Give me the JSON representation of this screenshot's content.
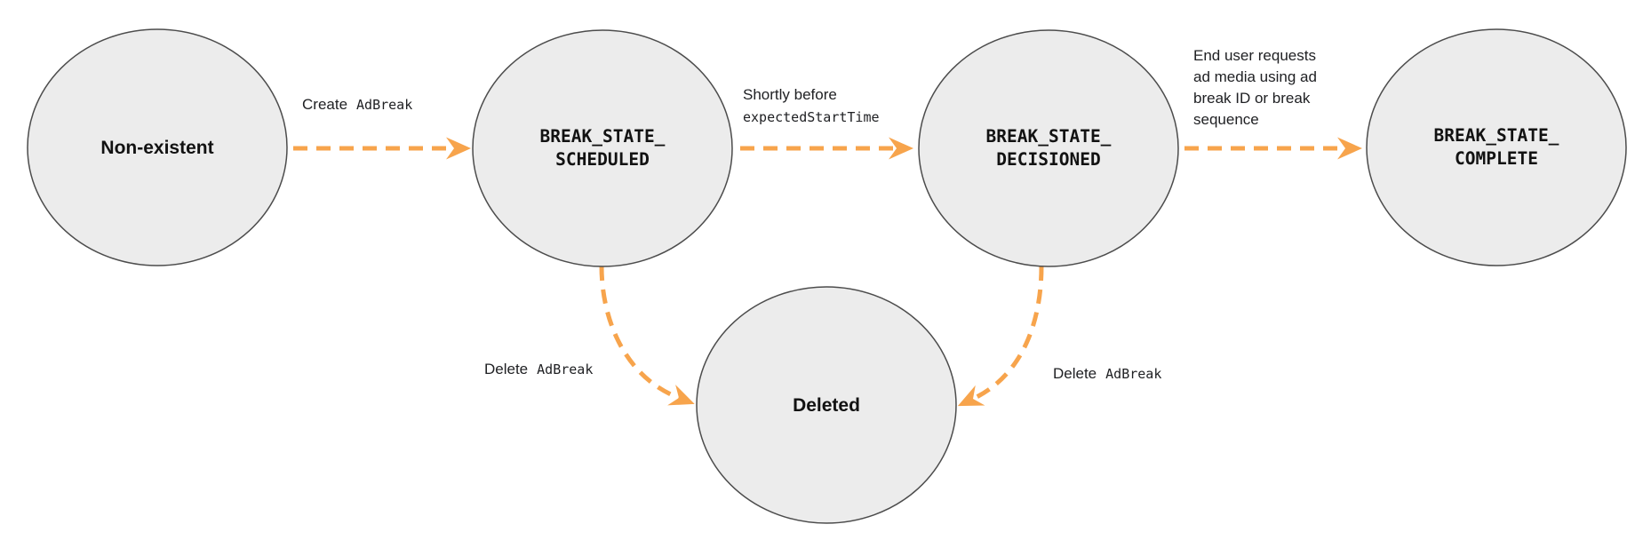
{
  "diagram": {
    "type": "state-transition-diagram",
    "colors": {
      "arrow_orange": "#f7a44c",
      "node_fill": "#ececec",
      "node_stroke": "#4c4c4c",
      "text": "#202124"
    },
    "states": [
      {
        "id": "non-existent",
        "label": "Non-existent"
      },
      {
        "id": "break-state-scheduled",
        "line1": "BREAK_STATE_",
        "line2": "SCHEDULED"
      },
      {
        "id": "break-state-decisioned",
        "line1": "BREAK_STATE_",
        "line2": "DECISIONED"
      },
      {
        "id": "break-state-complete",
        "line1": "BREAK_STATE_",
        "line2": "COMPLETE"
      },
      {
        "id": "deleted",
        "label": "Deleted"
      }
    ],
    "transitions": [
      {
        "from": "non-existent",
        "to": "break-state-scheduled",
        "label_plain": "Create",
        "label_code": "AdBreak"
      },
      {
        "from": "break-state-scheduled",
        "to": "break-state-decisioned",
        "label_line1": "Shortly before",
        "label_code": "expectedStartTime"
      },
      {
        "from": "break-state-decisioned",
        "to": "break-state-complete",
        "label_lines": [
          "End user requests",
          "ad media using ad",
          "break ID or break",
          "sequence"
        ]
      },
      {
        "from": "break-state-scheduled",
        "to": "deleted",
        "label_plain": "Delete",
        "label_code": "AdBreak"
      },
      {
        "from": "break-state-decisioned",
        "to": "deleted",
        "label_plain": "Delete",
        "label_code": "AdBreak"
      }
    ]
  }
}
